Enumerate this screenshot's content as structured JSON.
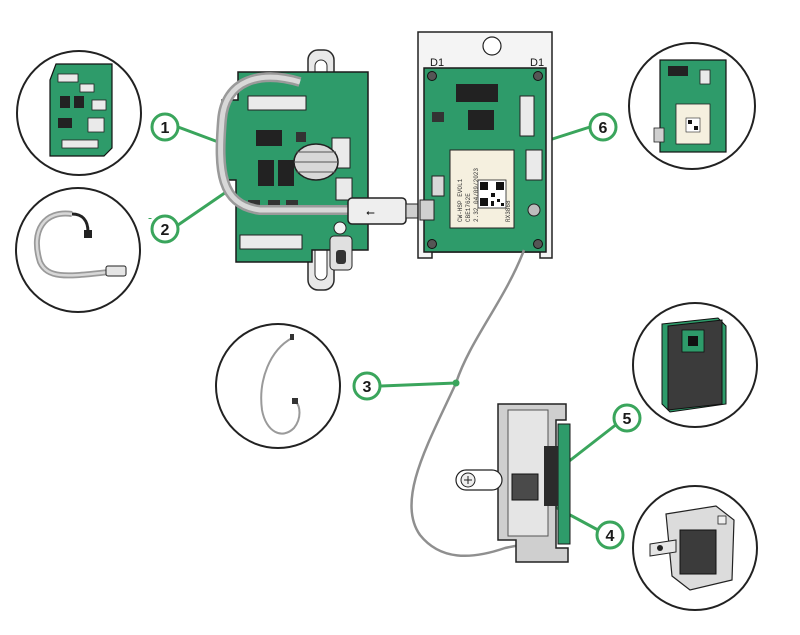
{
  "labels": {
    "board_left": "D1",
    "board_right": "D1",
    "module_lines": [
      "CW-HSP EVOL1",
      "CBE1762E",
      "2.32 04/09/2023",
      "RX3868"
    ]
  },
  "callouts": [
    {
      "number": "1"
    },
    {
      "number": "2"
    },
    {
      "number": "3"
    },
    {
      "number": "4"
    },
    {
      "number": "5"
    },
    {
      "number": "6"
    }
  ],
  "colors": {
    "pcb": "#2e9b6a",
    "pcb_dark": "#1f7a50",
    "callout_green": "#3aa55c",
    "metal": "#c9c9c9",
    "outline": "#2a2a2a"
  }
}
